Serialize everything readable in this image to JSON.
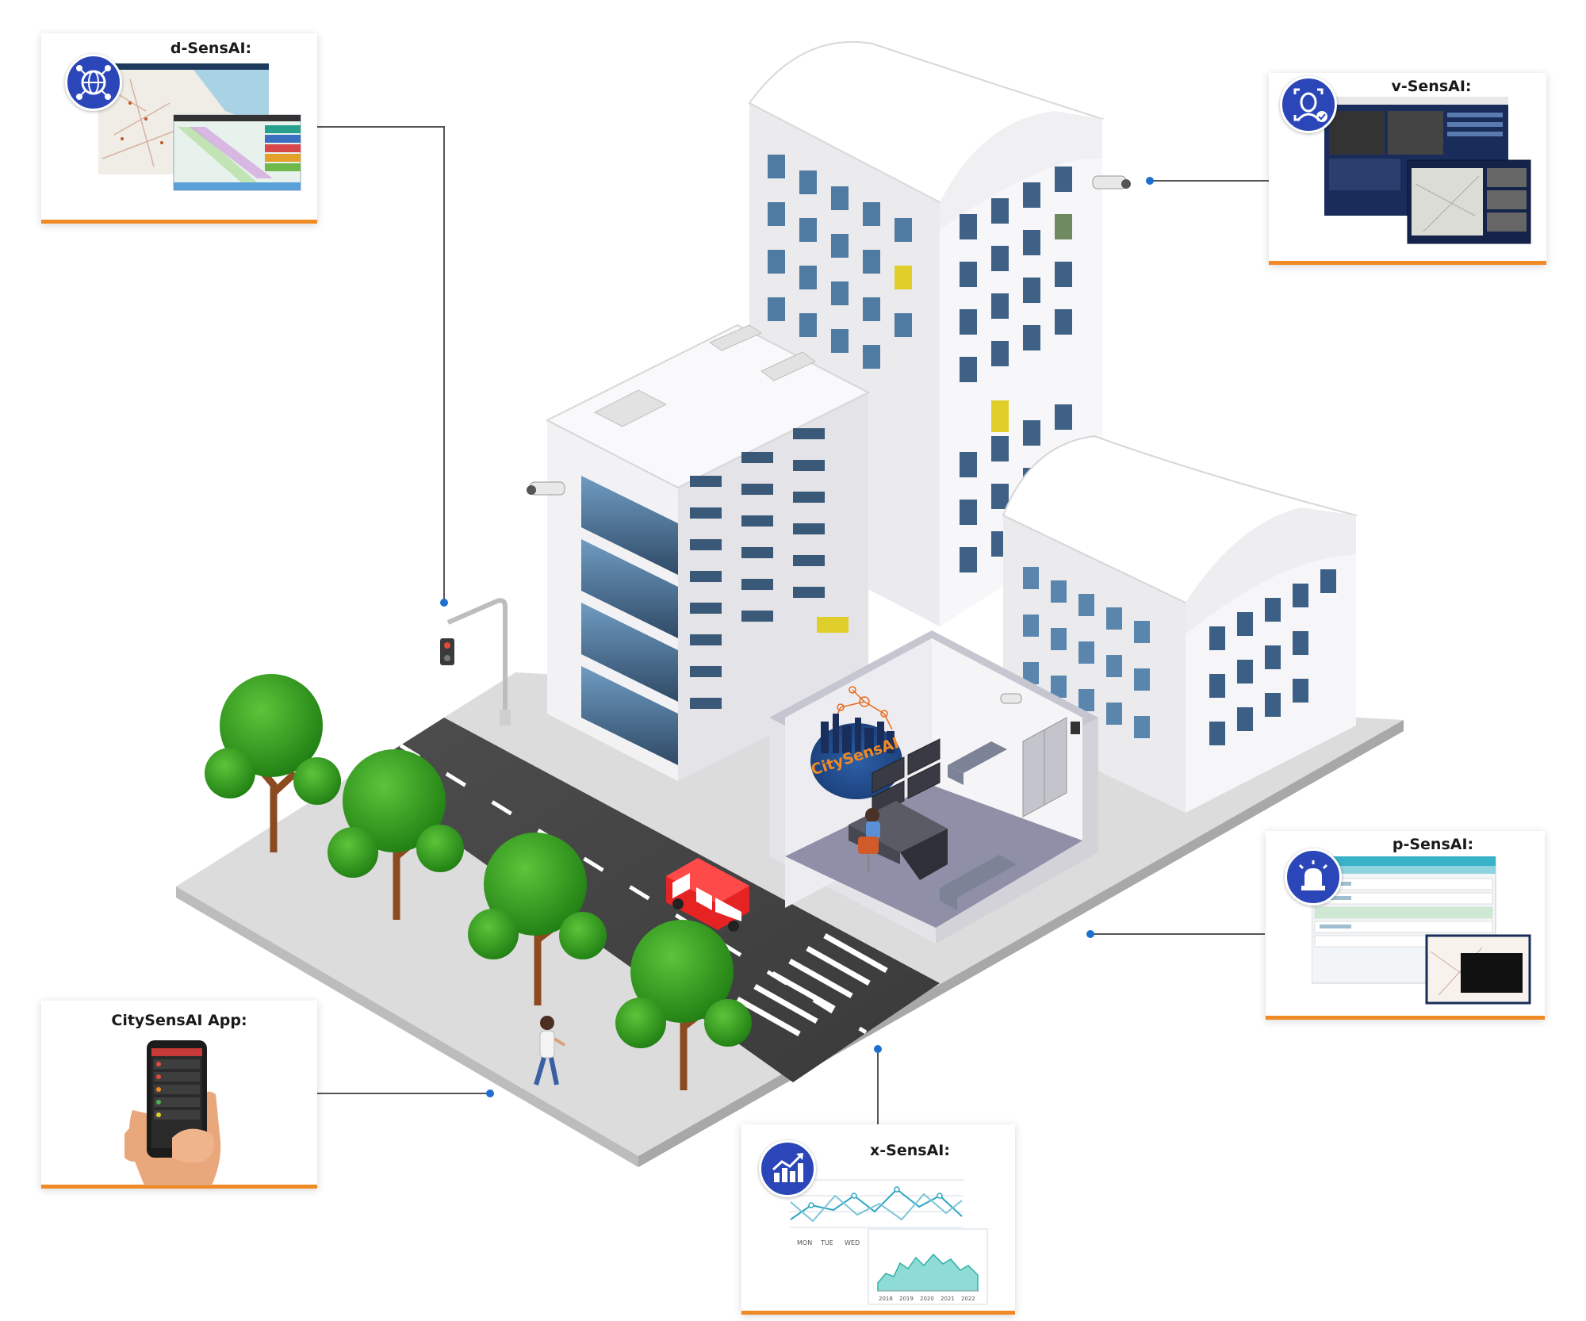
{
  "cards": {
    "d_sensai": {
      "title": "d-SensAI:",
      "icon": "network-globe-icon"
    },
    "v_sensai": {
      "title": "v-SensAI:",
      "icon": "face-recognition-icon"
    },
    "p_sensai": {
      "title": "p-SensAI:",
      "icon": "alarm-beacon-icon"
    },
    "app": {
      "title": "CitySensAI App:"
    },
    "x_sensai": {
      "title": "x-SensAI:",
      "icon": "analytics-chart-icon",
      "line_chart": {
        "days": [
          "MON",
          "TUE",
          "WED"
        ]
      },
      "area_chart": {
        "years": [
          "2018",
          "2019",
          "2020",
          "2021",
          "2022"
        ]
      }
    }
  },
  "logo": {
    "text": "CitySensAI"
  },
  "colors": {
    "accent": "#f08a24",
    "brand_blue": "#2b46b8",
    "connector": "#555555",
    "tree": "#2f9a1d",
    "van": "#e52323"
  }
}
